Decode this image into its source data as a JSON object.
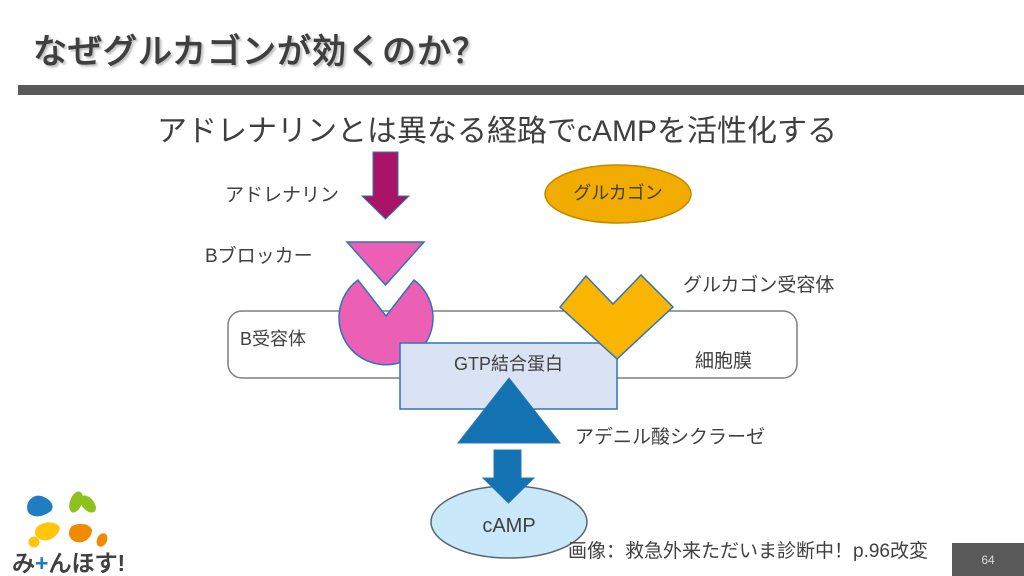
{
  "slide": {
    "title": "なぜグルカゴンが効くのか？",
    "subtitle": "アドレナリンとは異なる経路でcAMPを活性化する",
    "caption": "画像：救急外来ただいま診断中！p.96改変",
    "page_number": "64"
  },
  "diagram": {
    "labels": {
      "adrenaline": "アドレナリン",
      "b_blocker": "Bブロッカー",
      "b_receptor": "B受容体",
      "glucagon": "グルカゴン",
      "glucagon_receptor": "グルカゴン受容体",
      "cell_membrane": "細胞膜",
      "gtp_protein": "GTP結合蛋白",
      "adenylate_cyclase": "アデニル酸シクラーゼ",
      "camp": "cAMP"
    },
    "colors": {
      "adrenaline_arrow": "#AA1467",
      "pink_receptor": "#EB5FB4",
      "shape_outline_blue": "#2E75B6",
      "glucagon_receptor_yellow": "#F9B500",
      "glucagon_ellipse_fill": "#F2AC00",
      "glucagon_ellipse_border": "#BC8C00",
      "gtp_box_fill": "#DAE3F3",
      "cyclase_blue": "#1272B2",
      "camp_ellipse_fill": "#C9E9FB",
      "membrane_border": "#7F7F7F",
      "accent_gray": "#595959",
      "text_gray": "#404040"
    }
  },
  "logo": {
    "text_pre": "み",
    "plus": "+",
    "text_post": "んほす!"
  }
}
